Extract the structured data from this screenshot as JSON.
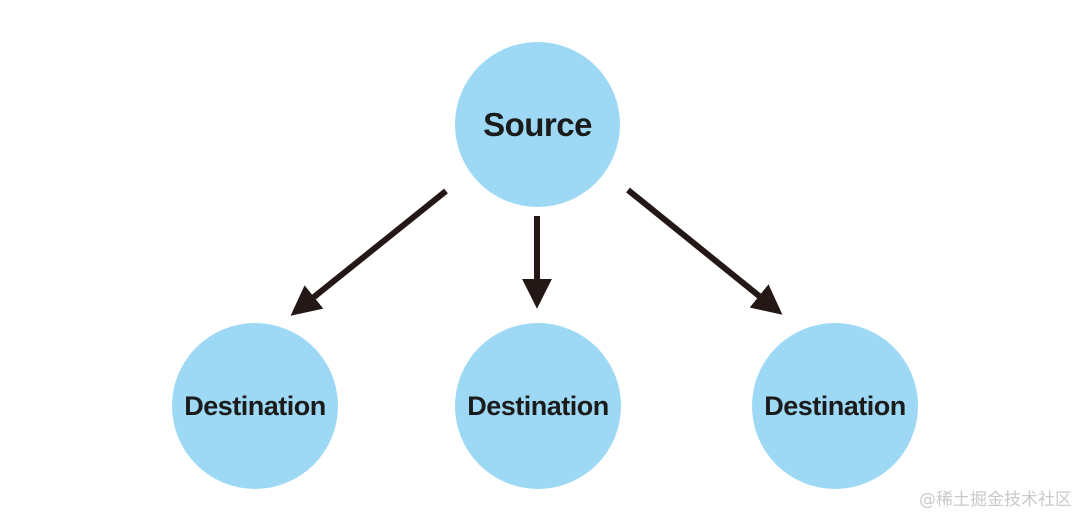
{
  "diagram": {
    "source": {
      "label": "Source"
    },
    "destinations": [
      {
        "label": "Destination"
      },
      {
        "label": "Destination"
      },
      {
        "label": "Destination"
      }
    ],
    "colors": {
      "node_fill": "#9dd9f5",
      "arrow": "#231815",
      "text": "#1b1b1b"
    }
  },
  "watermark": {
    "text": "@稀土掘金技术社区"
  }
}
